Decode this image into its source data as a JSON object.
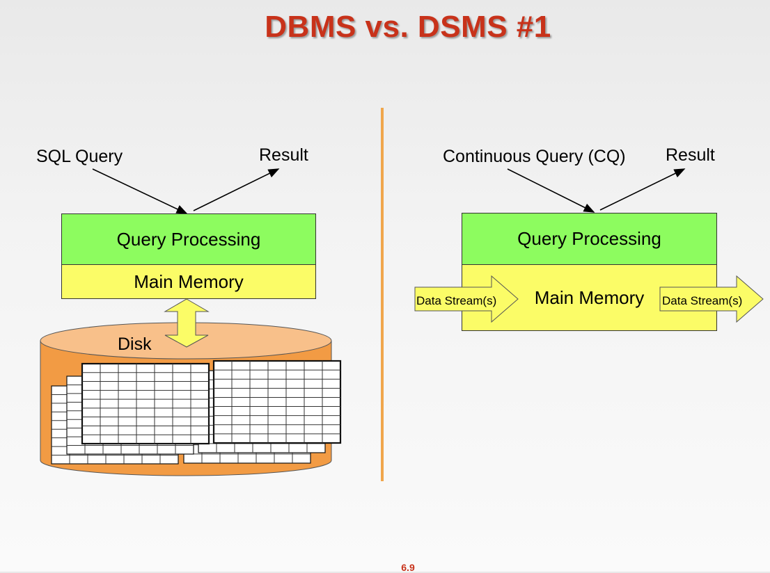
{
  "title": "DBMS vs. DSMS #1",
  "left_diagram": {
    "query_label": "SQL Query",
    "result_label": "Result",
    "query_processing": "Query Processing",
    "main_memory": "Main Memory",
    "disk_label": "Disk"
  },
  "right_diagram": {
    "query_label": "Continuous Query (CQ)",
    "result_label": "Result",
    "query_processing": "Query Processing",
    "main_memory": "Main Memory",
    "input_stream": "Data Stream(s)",
    "output_stream": "Data Stream(s)"
  },
  "page_number": "6.9",
  "colors": {
    "title": "#c8321a",
    "query_processing": "#8dfc5f",
    "main_memory": "#fbfc67",
    "disk_top": "#f8c08a",
    "disk_body": "#f29b44",
    "divider": "#f0a64c"
  }
}
